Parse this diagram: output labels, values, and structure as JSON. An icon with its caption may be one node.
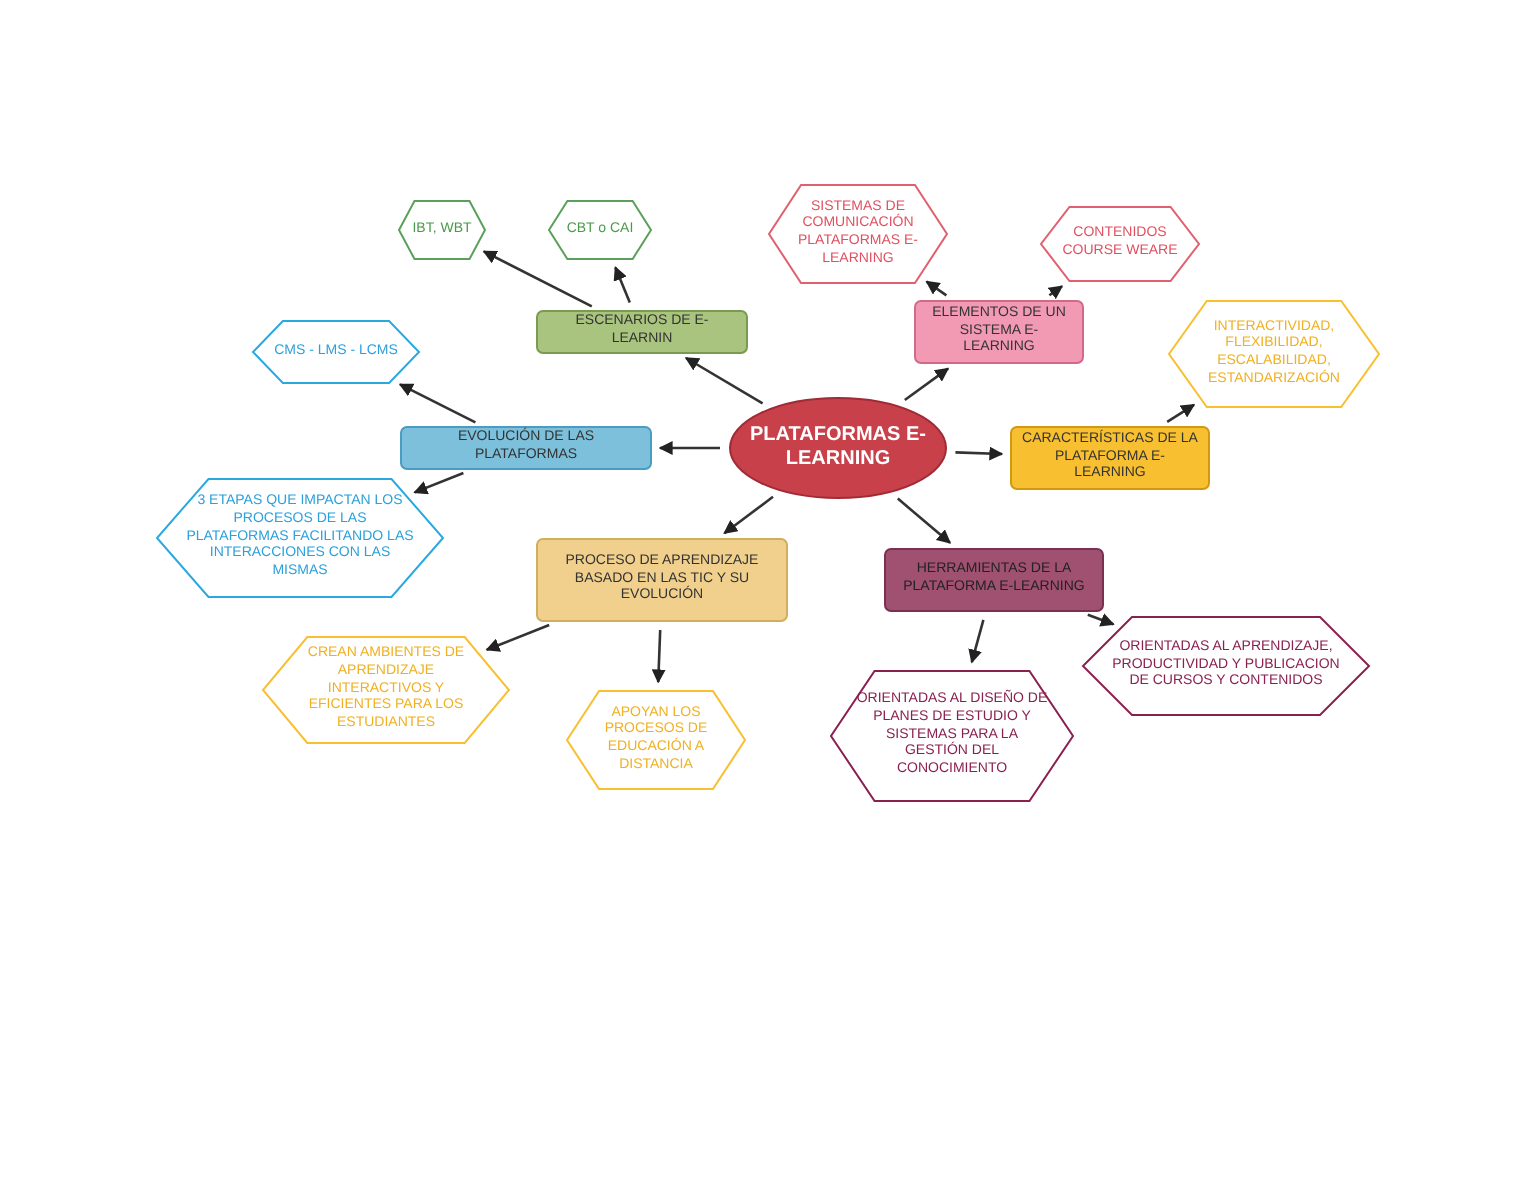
{
  "diagram": {
    "nodes": [
      {
        "text": [
          "PLATAFORMAS E-LEARNING"
        ]
      },
      {
        "text": [
          "ESCENARIOS DE E-LEARNIN"
        ]
      },
      {
        "text": [
          "IBT, WBT"
        ]
      },
      {
        "text": [
          "CBT o CAI"
        ]
      },
      {
        "text": [
          "ELEMENTOS DE UN SISTEMA E-LEARNING"
        ]
      },
      {
        "text": [
          "SISTEMAS DE COMUNICACIÓN PLATAFORMAS E-LEARNING"
        ]
      },
      {
        "text": [
          "CONTENIDOS COURSE WEARE"
        ]
      },
      {
        "text": [
          "EVOLUCIÓN DE LAS PLATAFORMAS"
        ]
      },
      {
        "text": [
          "CMS - LMS - LCMS"
        ]
      },
      {
        "text": [
          "3 ETAPAS QUE IMPACTAN LOS PROCESOS DE LAS PLATAFORMAS FACILITANDO LAS INTERACCIONES CON LAS MISMAS"
        ]
      },
      {
        "text": [
          "CARACTERÍSTICAS DE LA PLATAFORMA E-LEARNING"
        ]
      },
      {
        "text": [
          "INTERACTIVIDAD, FLEXIBILIDAD, ESCALABILIDAD, ESTANDARIZACIÓN"
        ]
      },
      {
        "text": [
          "PROCESO DE APRENDIZAJE BASADO EN LAS TIC Y SU EVOLUCIÓN"
        ]
      },
      {
        "text": [
          "CREAN AMBIENTES DE APRENDIZAJE INTERACTIVOS Y EFICIENTES PARA LOS ESTUDIANTES"
        ]
      },
      {
        "text": [
          "APOYAN LOS PROCESOS DE EDUCACIÓN A DISTANCIA"
        ]
      },
      {
        "text": [
          "HERRAMIENTAS DE LA PLATAFORMA E-LEARNING"
        ]
      },
      {
        "text": [
          "ORIENTADAS AL APRENDIZAJE, PRODUCTIVIDAD Y PUBLICACION DE CURSOS Y CONTENIDOS"
        ]
      },
      {
        "text": [
          "ORIENTADAS AL DISEÑO DE PLANES DE ESTUDIO Y SISTEMAS PARA LA GESTIÓN DEL CONOCIMIENTO"
        ]
      }
    ],
    "edges": [
      {
        "from": 0,
        "to": 1,
        "arrow": "to"
      },
      {
        "from": 0,
        "to": 4,
        "arrow": "to"
      },
      {
        "from": 0,
        "to": 7,
        "arrow": "to"
      },
      {
        "from": 0,
        "to": 10,
        "arrow": "to"
      },
      {
        "from": 0,
        "to": 12,
        "arrow": "to"
      },
      {
        "from": 0,
        "to": 15,
        "arrow": "to"
      },
      {
        "from": 1,
        "to": 2,
        "arrow": "to"
      },
      {
        "from": 1,
        "to": 3,
        "arrow": "to"
      },
      {
        "from": 4,
        "to": 5,
        "arrow": "to"
      },
      {
        "from": 4,
        "to": 6,
        "arrow": "to"
      },
      {
        "from": 7,
        "to": 8,
        "arrow": "to"
      },
      {
        "from": 7,
        "to": 9,
        "arrow": "to"
      },
      {
        "from": 10,
        "to": 11,
        "arrow": "to"
      },
      {
        "from": 12,
        "to": 13,
        "arrow": "to"
      },
      {
        "from": 12,
        "to": 14,
        "arrow": "to"
      },
      {
        "from": 15,
        "to": 17,
        "arrow": "to"
      },
      {
        "from": 15,
        "to": 16,
        "arrow": "to"
      }
    ]
  }
}
